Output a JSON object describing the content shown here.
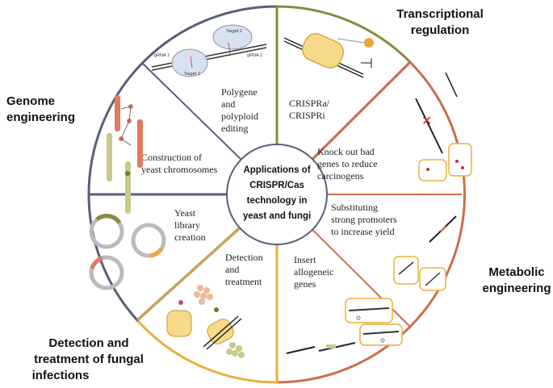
{
  "center": {
    "lines": [
      "Applications of",
      "CRISPR/Cas",
      "technology in",
      "yeast and fungi"
    ]
  },
  "outer_labels": {
    "genome": [
      "Genome",
      "engineering"
    ],
    "transcriptional": [
      "Transcriptional",
      "regulation"
    ],
    "metabolic": [
      "Metabolic",
      "engineering"
    ],
    "detection": [
      "Detection and",
      "treatment of fungal",
      "infections"
    ]
  },
  "segments": {
    "polygene": [
      "Polygene",
      "and",
      "polyploid",
      "editing"
    ],
    "crispra": [
      "CRISPRa/",
      "CRISPRi"
    ],
    "knockout": [
      "Knock out bad",
      "genes to reduce",
      "carcinogens"
    ],
    "promoters": [
      "Substituting",
      "strong promoters",
      "to increase yield"
    ],
    "allogeneic": [
      "Insert",
      "allogeneic",
      "genes"
    ],
    "detect_treat": [
      "Detection",
      "and",
      "treatment"
    ],
    "library": [
      "Yeast",
      "library",
      "creation"
    ],
    "chromosomes": [
      "Construction of",
      "yeast chromosomes"
    ]
  },
  "icon_labels": {
    "grna1": "gRNA 1",
    "grna2": "gRNA 2",
    "target1": "Target 1",
    "target2": "Target 2"
  },
  "colors": {
    "genome": "#5a5f78",
    "transcriptional": "#8a8a3e",
    "metabolic": "#cc6e4e",
    "detection": "#e8b13a",
    "yeast_cell": "#f7d98a",
    "yeast_outline": "#c99a2e"
  }
}
